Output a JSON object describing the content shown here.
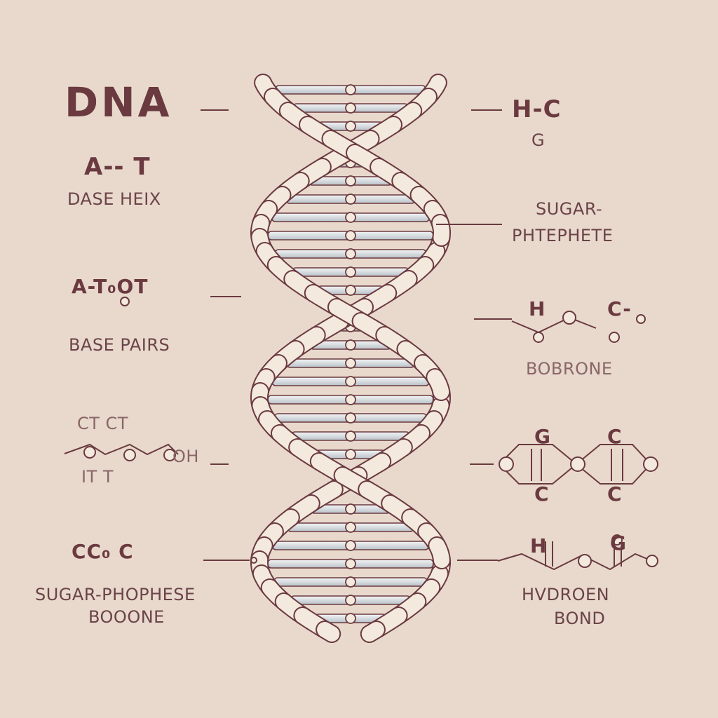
{
  "title": "DNA",
  "left": {
    "pair1": "A-- T",
    "pair1_caption": "DASE HEIX",
    "pair2": "A-T₀OT",
    "pair2_caption": "BASE PAIRS",
    "chain_top": "CT        CT",
    "chain_oh": "OH",
    "chain_bottom": "IT         T",
    "cc": "CC₀ C",
    "backbone_caption_1": "SUGAR-PHOPHESE",
    "backbone_caption_2": "BOOONE"
  },
  "right": {
    "hc": "H-C",
    "hc_sub": "G",
    "sugar_1": "SUGAR-",
    "sugar_2": "PHTEPHETE",
    "h_label": "H",
    "c_label": "C-",
    "bobrone": "BOBRONE",
    "g_left": "G",
    "g_right": "C",
    "c_left": "C",
    "c_right": "C",
    "hb_h": "H",
    "hb_g": "G",
    "hydrogen_1": "HVDROEN",
    "hydrogen_2": "BOND"
  },
  "colors": {
    "background": "#e8d9cc",
    "strand_fill": "#f3e9dd",
    "outline": "#6b3a40",
    "rung": "#d9dde0",
    "text": "#6b3a40"
  },
  "icons": [
    "double-helix-icon",
    "molecule-chain-icon",
    "hexagon-ring-icon"
  ]
}
